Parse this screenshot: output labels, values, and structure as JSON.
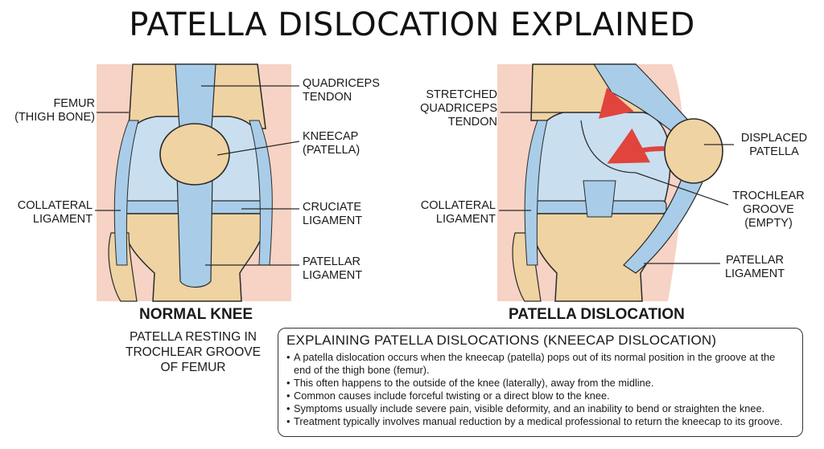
{
  "title": "PATELLA DISLOCATION EXPLAINED",
  "normal_knee": {
    "caption": "NORMAL KNEE",
    "subcaption": [
      "PATELLA RESTING IN",
      "TROCHLEAR GROOVE",
      "OF FEMUR"
    ],
    "labels": {
      "femur": [
        "FEMUR",
        "(THIGH BONE)"
      ],
      "quadriceps_tendon": [
        "QUADRICEPS",
        "TENDON"
      ],
      "kneecap": [
        "KNEECAP",
        "(PATELLA)"
      ],
      "collateral_ligament": [
        "COLLATERAL",
        "LIGAMENT"
      ],
      "cruciate_ligament": [
        "CRUCIATE",
        "LIGAMENT"
      ],
      "patellar_ligament": [
        "PATELLAR",
        "LIGAMENT"
      ]
    }
  },
  "dislocated_knee": {
    "caption": "PATELLA DISLOCATION",
    "labels": {
      "stretched_tendon": [
        "STRETCHED",
        "QUADRICEPS",
        "TENDON"
      ],
      "displaced_patella": [
        "DISPLACED",
        "PATELLA"
      ],
      "collateral_ligament": [
        "COLLATERAL",
        "LIGAMENT"
      ],
      "trochlear_groove": [
        "TROCHLEAR",
        "GROOVE",
        "(EMPTY)"
      ],
      "patellar_ligament": [
        "PATELLAR",
        "LIGAMENT"
      ]
    }
  },
  "info_box": {
    "heading": "EXPLAINING PATELLA DISLOCATIONS (KNEECAP DISLOCATION)",
    "bullets": [
      [
        "A patella dislocation occurs when the kneecap (patella) pops out of its normal position in the groove at the",
        "end of the thigh bone (femur)."
      ],
      [
        "This often happens to the outside of the knee (laterally), away from the midline."
      ],
      [
        "Common causes include forceful twisting or a direct blow to the knee."
      ],
      [
        "Symptoms usually include severe pain, visible deformity, and an inability to bend or straighten the knee."
      ],
      [
        "Treatment typically involves manual reduction by a medical professional to return the kneecap to its groove."
      ]
    ]
  },
  "colors": {
    "skin": "#f6d3c4",
    "bone": "#efd3a2",
    "cartilage": "#c9dff0",
    "ligament": "#a9cde8",
    "outline": "#2a2a2a",
    "arrow": "#e0443c"
  }
}
